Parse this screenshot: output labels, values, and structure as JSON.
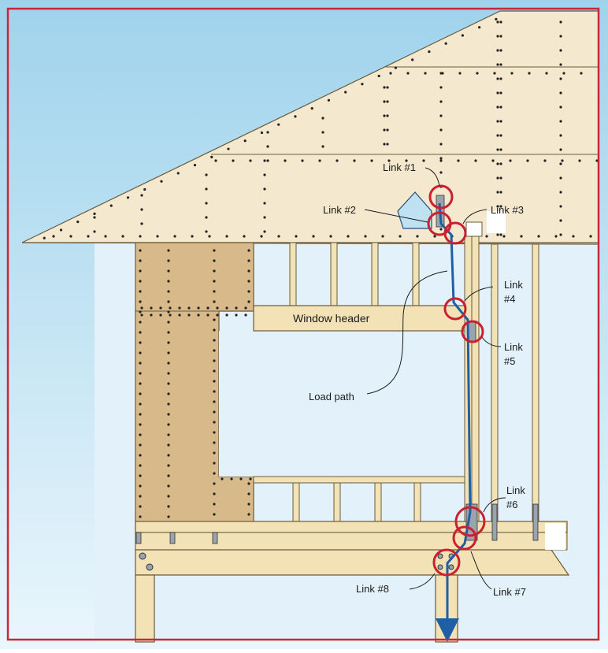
{
  "colors": {
    "sky_top": "#9fd3ec",
    "sky_bottom": "#eaf6fc",
    "frame_border": "#c8283a",
    "sheathing": "#f4e9cf",
    "osb": "#d8b98a",
    "lumber": "#f2e2b6",
    "load_path": "#1f5fa8",
    "link_circle": "#cc1f2f",
    "connector": "#9aa4ac"
  },
  "labels": {
    "window_header": "Window header",
    "load_path": "Load path",
    "link1": "Link #1",
    "link2": "Link #2",
    "link3": "Link #3",
    "link4": [
      "Link",
      "#4"
    ],
    "link5": [
      "Link",
      "#5"
    ],
    "link6": [
      "Link",
      "#6"
    ],
    "link7": "Link #7",
    "link8": "Link #8"
  }
}
